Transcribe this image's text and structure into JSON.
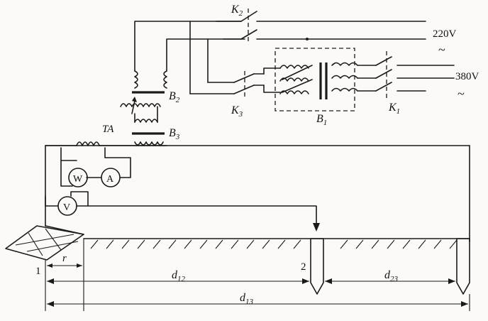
{
  "labels": {
    "k2": "K",
    "k2_sub": "2",
    "k3": "K",
    "k3_sub": "3",
    "k1": "K",
    "k1_sub": "1",
    "b1": "B",
    "b1_sub": "1",
    "b2": "B",
    "b2_sub": "2",
    "b3": "B",
    "b3_sub": "3",
    "ta": "TA",
    "v220": "220V",
    "v380": "380V",
    "tilde1": "~",
    "tilde2": "~",
    "meter_w": "W",
    "meter_a": "A",
    "meter_v": "V",
    "electrode1": "1",
    "electrode2": "2",
    "r": "r",
    "d12": "d",
    "d12_sub": "12",
    "d23": "d",
    "d23_sub": "23",
    "d13": "d",
    "d13_sub": "13"
  }
}
